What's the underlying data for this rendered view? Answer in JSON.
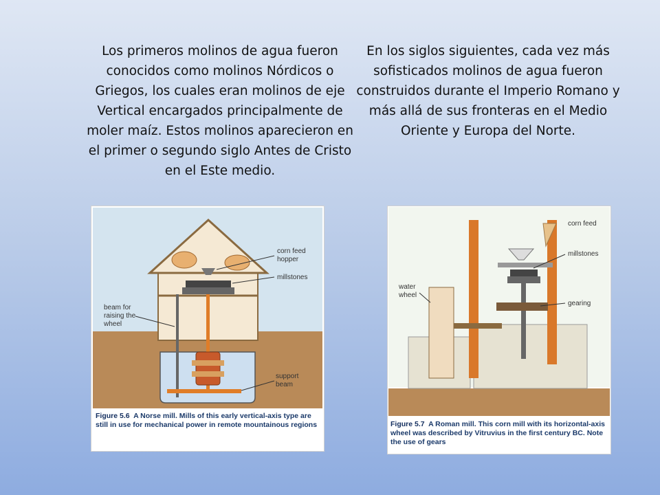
{
  "left_text": "Los primeros molinos de agua fueron conocidos como molinos Nórdicos o Griegos, los cuales eran molinos de eje Vertical encargados principalmente de moler maíz. Estos molinos aparecieron en el primer o segundo siglo Antes de Cristo en el Este medio.",
  "right_text": "En los siglos siguientes, cada vez más sofisticados molinos de agua fueron construidos durante el Imperio Romano y más allá de sus fronteras en el Medio Oriente y Europa del Norte.",
  "figure1": {
    "labels": {
      "corn_feed_hopper_1": "corn feed",
      "corn_feed_hopper_2": "hopper",
      "millstones": "millstones",
      "beam_1": "beam for",
      "beam_2": "raising the",
      "beam_3": "wheel",
      "support_1": "support",
      "support_2": "beam"
    },
    "caption_title": "Figure 5.6",
    "caption_text": "A Norse mill. Mills of this early vertical-axis type are still in use for mechanical power in remote mountainous regions"
  },
  "figure2": {
    "labels": {
      "corn_feed": "corn feed",
      "millstones": "millstones",
      "water_wheel_1": "water",
      "water_wheel_2": "wheel",
      "gearing": "gearing"
    },
    "caption_title": "Figure 5.7",
    "caption_text": "A Roman mill. This corn mill with its horizontal-axis wheel was described by Vitruvius in the first century BC. Note the use of gears"
  },
  "colors": {
    "sky": "#cfe0ee",
    "ground": "#b8895a",
    "water": "#c9dcec",
    "wood": "#d97a2b",
    "stone": "#555555",
    "caption": "#1b3a6a"
  }
}
